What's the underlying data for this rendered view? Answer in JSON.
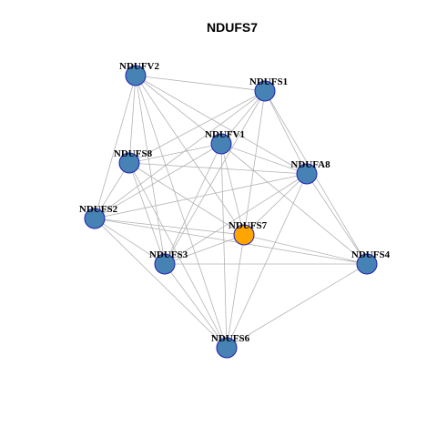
{
  "title": "NDUFS7",
  "colors": {
    "node_default": "#4682b4",
    "node_highlight": "#ffa500",
    "node_border": "#1f1fb8",
    "edge": "#b3b3b3"
  },
  "network": {
    "highlight": "NDUFS7",
    "nodes": [
      {
        "id": "NDUFV2",
        "label": "NDUFV2"
      },
      {
        "id": "NDUFS1",
        "label": "NDUFS1"
      },
      {
        "id": "NDUFV1",
        "label": "NDUFV1"
      },
      {
        "id": "NDUFS8",
        "label": "NDUFS8"
      },
      {
        "id": "NDUFA8",
        "label": "NDUFA8"
      },
      {
        "id": "NDUFS2",
        "label": "NDUFS2"
      },
      {
        "id": "NDUFS7",
        "label": "NDUFS7"
      },
      {
        "id": "NDUFS3",
        "label": "NDUFS3"
      },
      {
        "id": "NDUFS4",
        "label": "NDUFS4"
      },
      {
        "id": "NDUFS6",
        "label": "NDUFS6"
      }
    ],
    "edges": [
      [
        "NDUFV2",
        "NDUFS1"
      ],
      [
        "NDUFV2",
        "NDUFV1"
      ],
      [
        "NDUFV2",
        "NDUFS8"
      ],
      [
        "NDUFV2",
        "NDUFA8"
      ],
      [
        "NDUFV2",
        "NDUFS2"
      ],
      [
        "NDUFV2",
        "NDUFS7"
      ],
      [
        "NDUFV2",
        "NDUFS3"
      ],
      [
        "NDUFV2",
        "NDUFS6"
      ],
      [
        "NDUFS1",
        "NDUFV1"
      ],
      [
        "NDUFS1",
        "NDUFS8"
      ],
      [
        "NDUFS1",
        "NDUFA8"
      ],
      [
        "NDUFS1",
        "NDUFS2"
      ],
      [
        "NDUFS1",
        "NDUFS7"
      ],
      [
        "NDUFS1",
        "NDUFS3"
      ],
      [
        "NDUFS1",
        "NDUFS4"
      ],
      [
        "NDUFV1",
        "NDUFS8"
      ],
      [
        "NDUFV1",
        "NDUFA8"
      ],
      [
        "NDUFV1",
        "NDUFS2"
      ],
      [
        "NDUFV1",
        "NDUFS7"
      ],
      [
        "NDUFV1",
        "NDUFS3"
      ],
      [
        "NDUFV1",
        "NDUFS4"
      ],
      [
        "NDUFV1",
        "NDUFS6"
      ],
      [
        "NDUFS8",
        "NDUFA8"
      ],
      [
        "NDUFS8",
        "NDUFS2"
      ],
      [
        "NDUFS8",
        "NDUFS7"
      ],
      [
        "NDUFS8",
        "NDUFS3"
      ],
      [
        "NDUFS8",
        "NDUFS6"
      ],
      [
        "NDUFA8",
        "NDUFS2"
      ],
      [
        "NDUFA8",
        "NDUFS7"
      ],
      [
        "NDUFA8",
        "NDUFS3"
      ],
      [
        "NDUFA8",
        "NDUFS4"
      ],
      [
        "NDUFA8",
        "NDUFS6"
      ],
      [
        "NDUFS2",
        "NDUFS7"
      ],
      [
        "NDUFS2",
        "NDUFS3"
      ],
      [
        "NDUFS2",
        "NDUFS6"
      ],
      [
        "NDUFS2",
        "NDUFS4"
      ],
      [
        "NDUFS7",
        "NDUFS3"
      ],
      [
        "NDUFS7",
        "NDUFS6"
      ],
      [
        "NDUFS7",
        "NDUFS4"
      ],
      [
        "NDUFS3",
        "NDUFS4"
      ],
      [
        "NDUFS3",
        "NDUFS6"
      ],
      [
        "NDUFS4",
        "NDUFS6"
      ]
    ]
  }
}
